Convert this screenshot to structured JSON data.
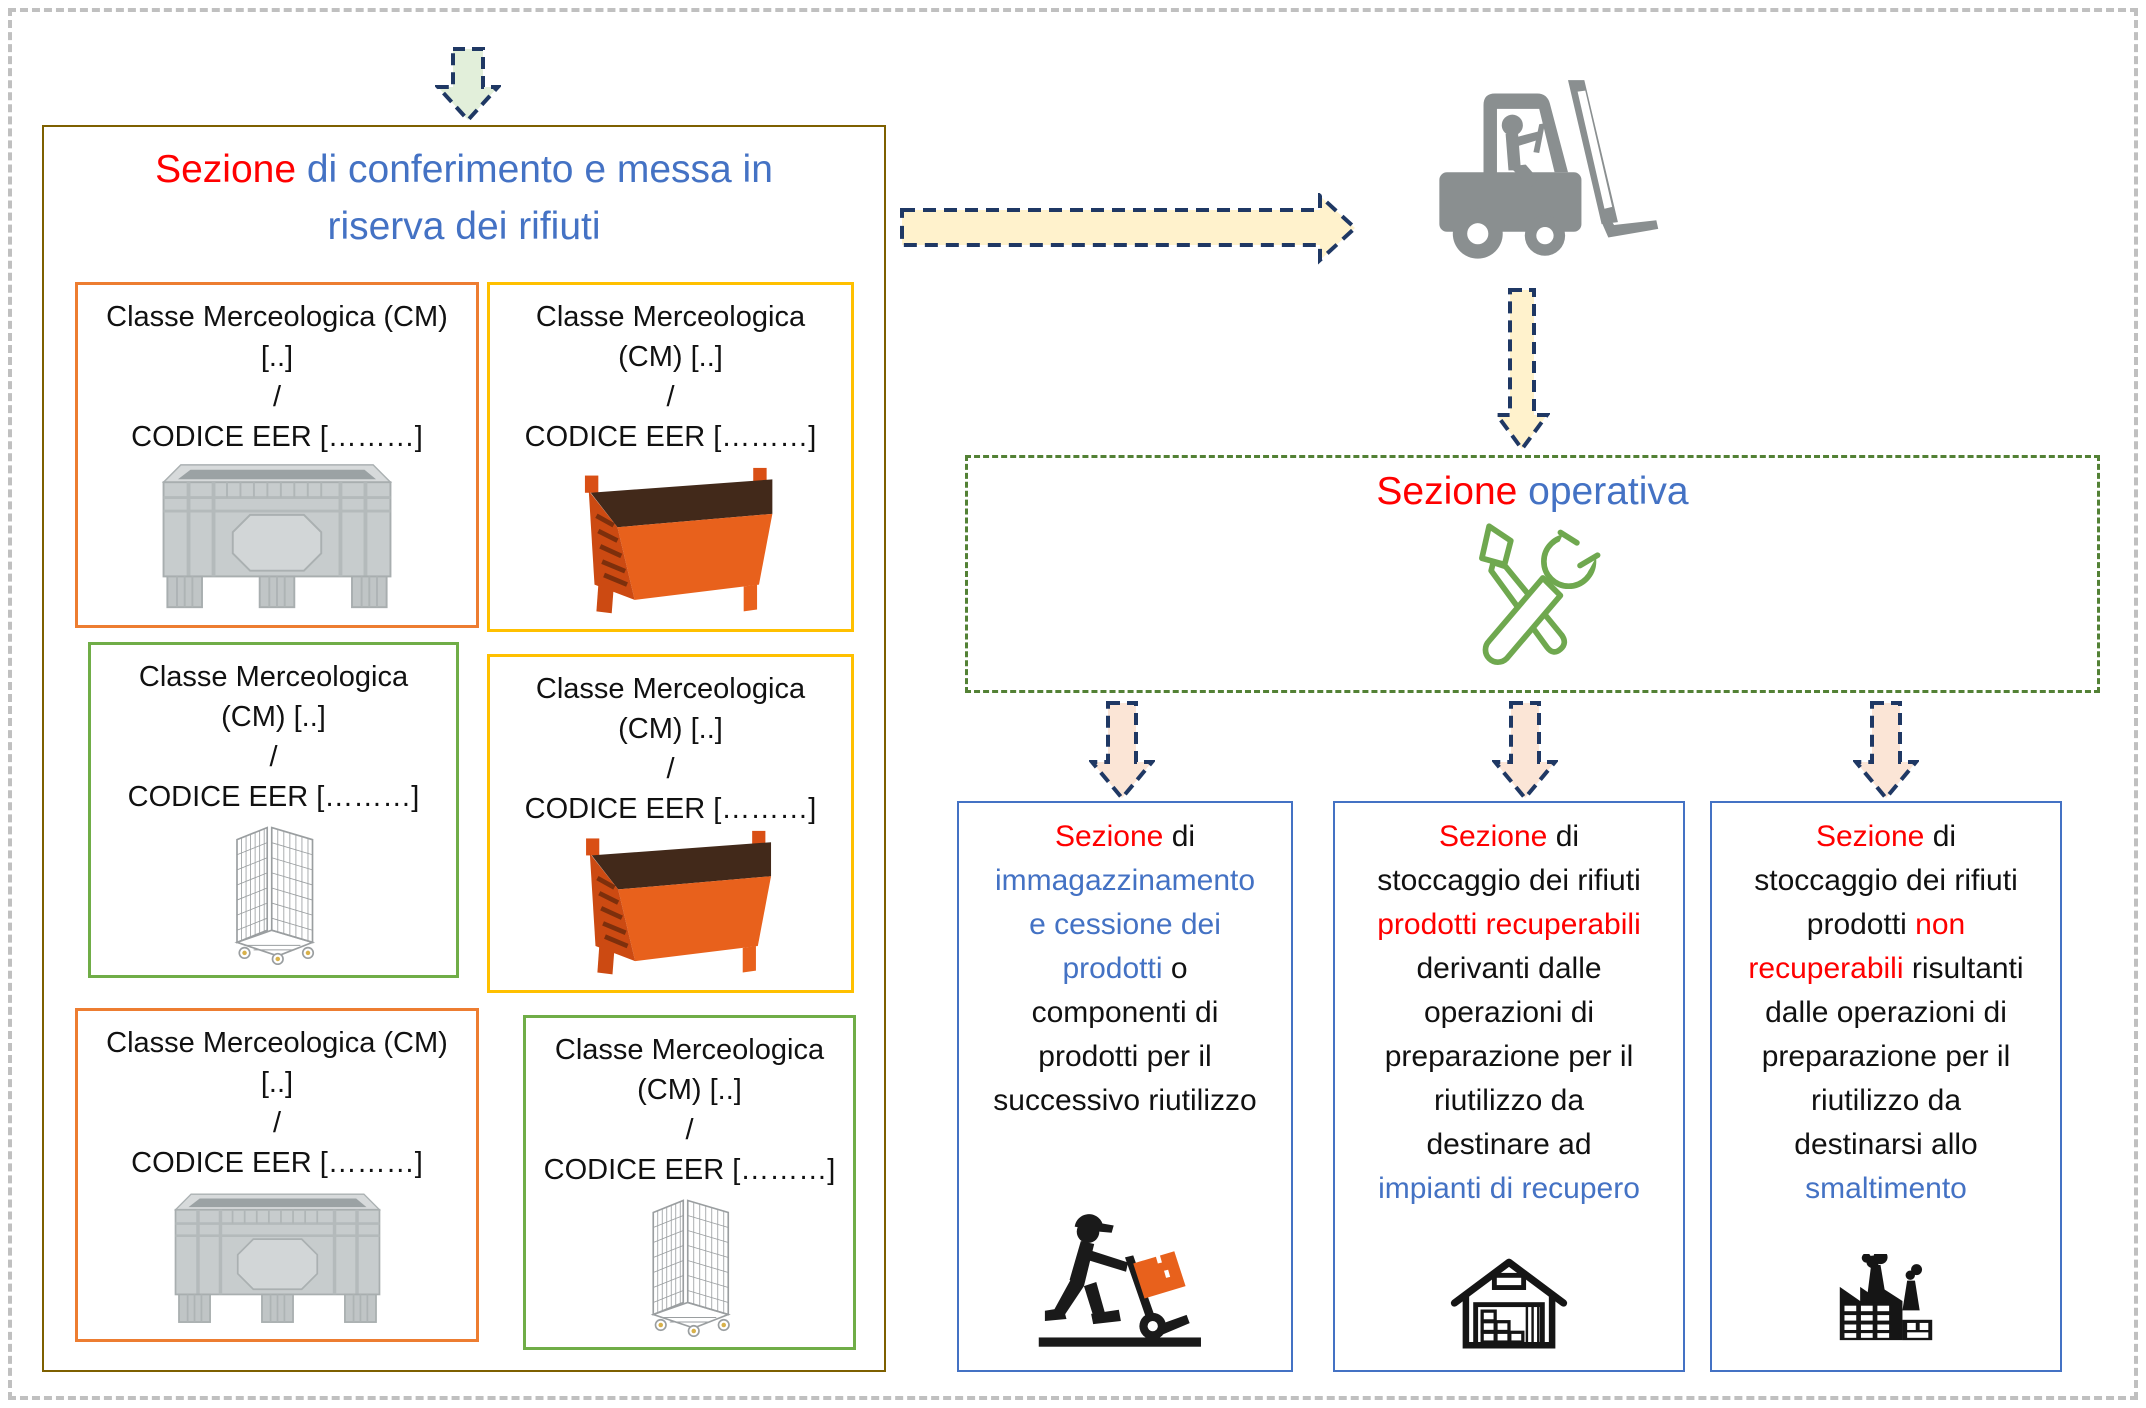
{
  "colors": {
    "red": "#FF0000",
    "blue": "#4472C4",
    "dark": "#111111",
    "olive": "#7E6000",
    "orange": "#ED7D31",
    "gold": "#FFC000",
    "green": "#70AD47",
    "green_dark": "#538135",
    "navy": "#1F3864",
    "cream": "#FFF2CC",
    "pale_green": "#E2EFDA",
    "peach": "#FBE5D6",
    "grey_icon": "#8A8F90",
    "mesh_grey": "#9A9EA0",
    "blue_border": "#4472C4",
    "page_border": "#C0C0C0",
    "tool_green": "#6FA84F",
    "box_orange": "#E8611C",
    "icon_black": "#151515"
  },
  "left_section": {
    "title_lines": [
      [
        {
          "t": "Sezione",
          "c": "red"
        },
        {
          "t": " di conferimento e messa in",
          "c": "blue"
        }
      ],
      [
        {
          "t": "riserva dei rifiuti",
          "c": "blue"
        }
      ]
    ],
    "boxes": [
      {
        "border": "#ED7D31",
        "image": "grey-pallet-box",
        "lines": [
          [
            "Classe Merceologica (CM)"
          ],
          [
            "[..]"
          ],
          [
            "/"
          ],
          [
            "CODICE EER [………]"
          ]
        ]
      },
      {
        "border": "#FFC000",
        "image": "orange-stillage",
        "lines": [
          [
            "Classe Merceologica"
          ],
          [
            "(CM) [..]"
          ],
          [
            "/"
          ],
          [
            "CODICE EER [………]"
          ]
        ]
      },
      {
        "border": "#70AD47",
        "image": "mesh-trolley",
        "lines": [
          [
            "Classe Merceologica"
          ],
          [
            "(CM) [..]"
          ],
          [
            "/"
          ],
          [
            "CODICE EER [………]"
          ]
        ]
      },
      {
        "border": "#FFC000",
        "image": "orange-stillage",
        "lines": [
          [
            "Classe Merceologica"
          ],
          [
            "(CM) [..]"
          ],
          [
            "/"
          ],
          [
            "CODICE EER [………]"
          ]
        ]
      },
      {
        "border": "#ED7D31",
        "image": "grey-pallet-box",
        "lines": [
          [
            "Classe Merceologica (CM)"
          ],
          [
            "[..]"
          ],
          [
            "/"
          ],
          [
            "CODICE EER [………]"
          ]
        ]
      },
      {
        "border": "#70AD47",
        "image": "mesh-trolley",
        "lines": [
          [
            "Classe Merceologica"
          ],
          [
            "(CM) [..]"
          ],
          [
            "/"
          ],
          [
            "CODICE EER [………]"
          ]
        ]
      }
    ]
  },
  "operational_section": {
    "title_lines": [
      [
        {
          "t": "Sezione",
          "c": "red"
        },
        {
          "t": " operativa",
          "c": "blue"
        }
      ]
    ]
  },
  "bottom_boxes": [
    {
      "icon": "hand-truck-worker",
      "lines": [
        [
          {
            "t": "Sezione",
            "c": "red"
          },
          {
            "t": " di",
            "c": "dark"
          }
        ],
        [
          {
            "t": "immagazzinamento",
            "c": "blue"
          }
        ],
        [
          {
            "t": "e cessione dei",
            "c": "blue"
          }
        ],
        [
          {
            "t": "prodotti",
            "c": "blue"
          },
          {
            "t": " o",
            "c": "dark"
          }
        ],
        [
          {
            "t": "componenti di",
            "c": "dark"
          }
        ],
        [
          {
            "t": "prodotti per il",
            "c": "dark"
          }
        ],
        [
          {
            "t": "successivo riutilizzo",
            "c": "dark"
          }
        ]
      ]
    },
    {
      "icon": "warehouse",
      "lines": [
        [
          {
            "t": "Sezione",
            "c": "red"
          },
          {
            "t": " di",
            "c": "dark"
          }
        ],
        [
          {
            "t": "stoccaggio dei rifiuti",
            "c": "dark"
          }
        ],
        [
          {
            "t": "prodotti recuperabili",
            "c": "red"
          }
        ],
        [
          {
            "t": "derivanti dalle",
            "c": "dark"
          }
        ],
        [
          {
            "t": "operazioni di",
            "c": "dark"
          }
        ],
        [
          {
            "t": "preparazione per il",
            "c": "dark"
          }
        ],
        [
          {
            "t": "riutilizzo da",
            "c": "dark"
          }
        ],
        [
          {
            "t": "destinare ad",
            "c": "dark"
          }
        ],
        [
          {
            "t": "impianti di recupero",
            "c": "blue"
          }
        ]
      ]
    },
    {
      "icon": "factory",
      "lines": [
        [
          {
            "t": "Sezione",
            "c": "red"
          },
          {
            "t": " di",
            "c": "dark"
          }
        ],
        [
          {
            "t": "stoccaggio dei rifiuti",
            "c": "dark"
          }
        ],
        [
          {
            "t": "prodotti ",
            "c": "dark"
          },
          {
            "t": "non",
            "c": "red"
          }
        ],
        [
          {
            "t": "recuperabili",
            "c": "red"
          },
          {
            "t": " risultanti",
            "c": "dark"
          }
        ],
        [
          {
            "t": "dalle operazioni di",
            "c": "dark"
          }
        ],
        [
          {
            "t": "preparazione per il",
            "c": "dark"
          }
        ],
        [
          {
            "t": "riutilizzo da",
            "c": "dark"
          }
        ],
        [
          {
            "t": "destinarsi allo",
            "c": "dark"
          }
        ],
        [
          {
            "t": "smaltimento",
            "c": "blue"
          }
        ]
      ]
    }
  ]
}
